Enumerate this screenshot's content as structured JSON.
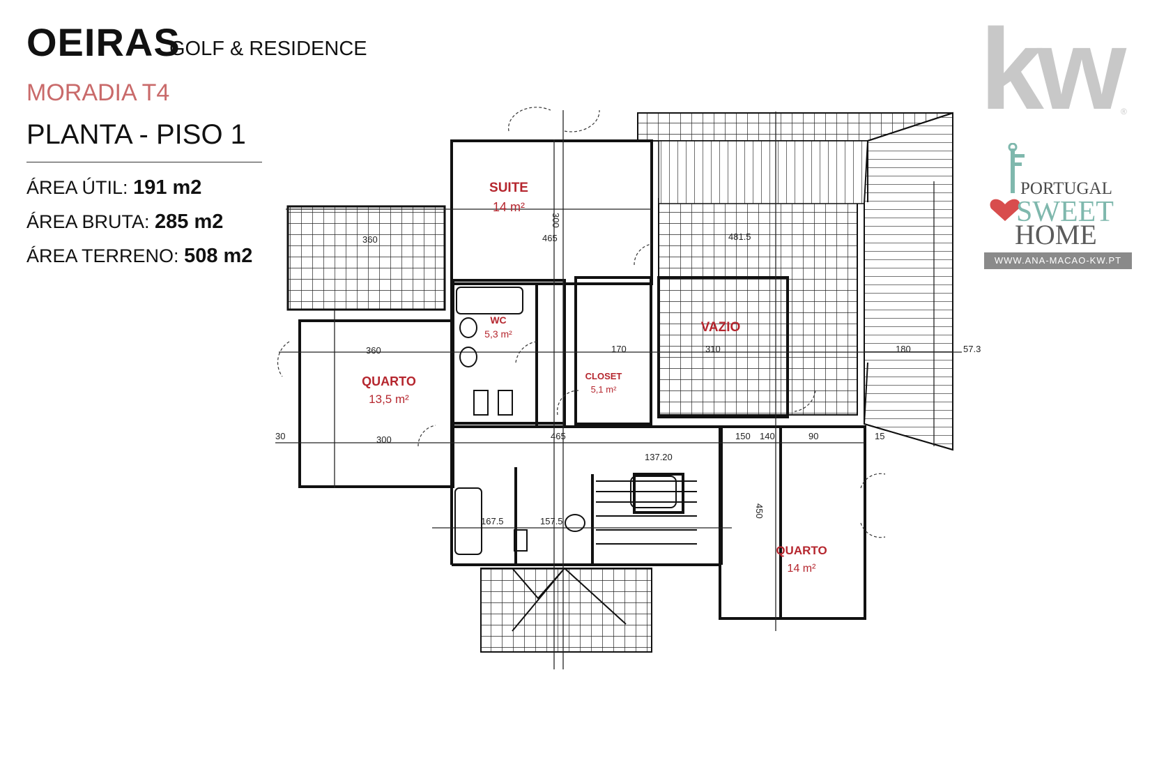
{
  "header": {
    "title_main": "OEIRAS",
    "title_sub": "GOLF & RESIDENCE",
    "subtitle": "MORADIA T4",
    "plan_title": "PLANTA - PISO 1",
    "areas": [
      {
        "label": "ÁREA ÚTIL: ",
        "value": "191 m2"
      },
      {
        "label": "ÁREA BRUTA: ",
        "value": "285 m2"
      },
      {
        "label": "ÁREA TERRENO: ",
        "value": "508 m2"
      }
    ]
  },
  "logos": {
    "kw_text": "kw",
    "registered": "®",
    "portugal": "PORTUGAL",
    "sweet": "SWEET",
    "home": "HOME",
    "url": "WWW.ANA-MACAO-KW.PT"
  },
  "rooms": {
    "suite": {
      "name": "SUITE",
      "area": "14 m²"
    },
    "wc": {
      "name": "WC",
      "area": "5,3 m²"
    },
    "vazio": {
      "name": "VAZIO"
    },
    "quarto1": {
      "name": "QUARTO",
      "area": "13,5 m²"
    },
    "closet": {
      "name": "CLOSET",
      "area": "5,1 m²"
    },
    "quarto2": {
      "name": "QUARTO",
      "area": "14 m²"
    }
  },
  "dimensions": [
    "360",
    "465",
    "481.5",
    "360",
    "300",
    "310",
    "180",
    "300",
    "450",
    "170",
    "465",
    "137.20",
    "167.5",
    "150",
    "157.5",
    "57.3",
    "140",
    "90",
    "30",
    "15"
  ],
  "colors": {
    "accent": "#c96a6a",
    "room_label": "#b5262e",
    "kw_gray": "#c8c8c8",
    "sweet_teal": "#7fb8ad",
    "heart_red": "#d84d4d",
    "line": "#1a1a1a"
  }
}
